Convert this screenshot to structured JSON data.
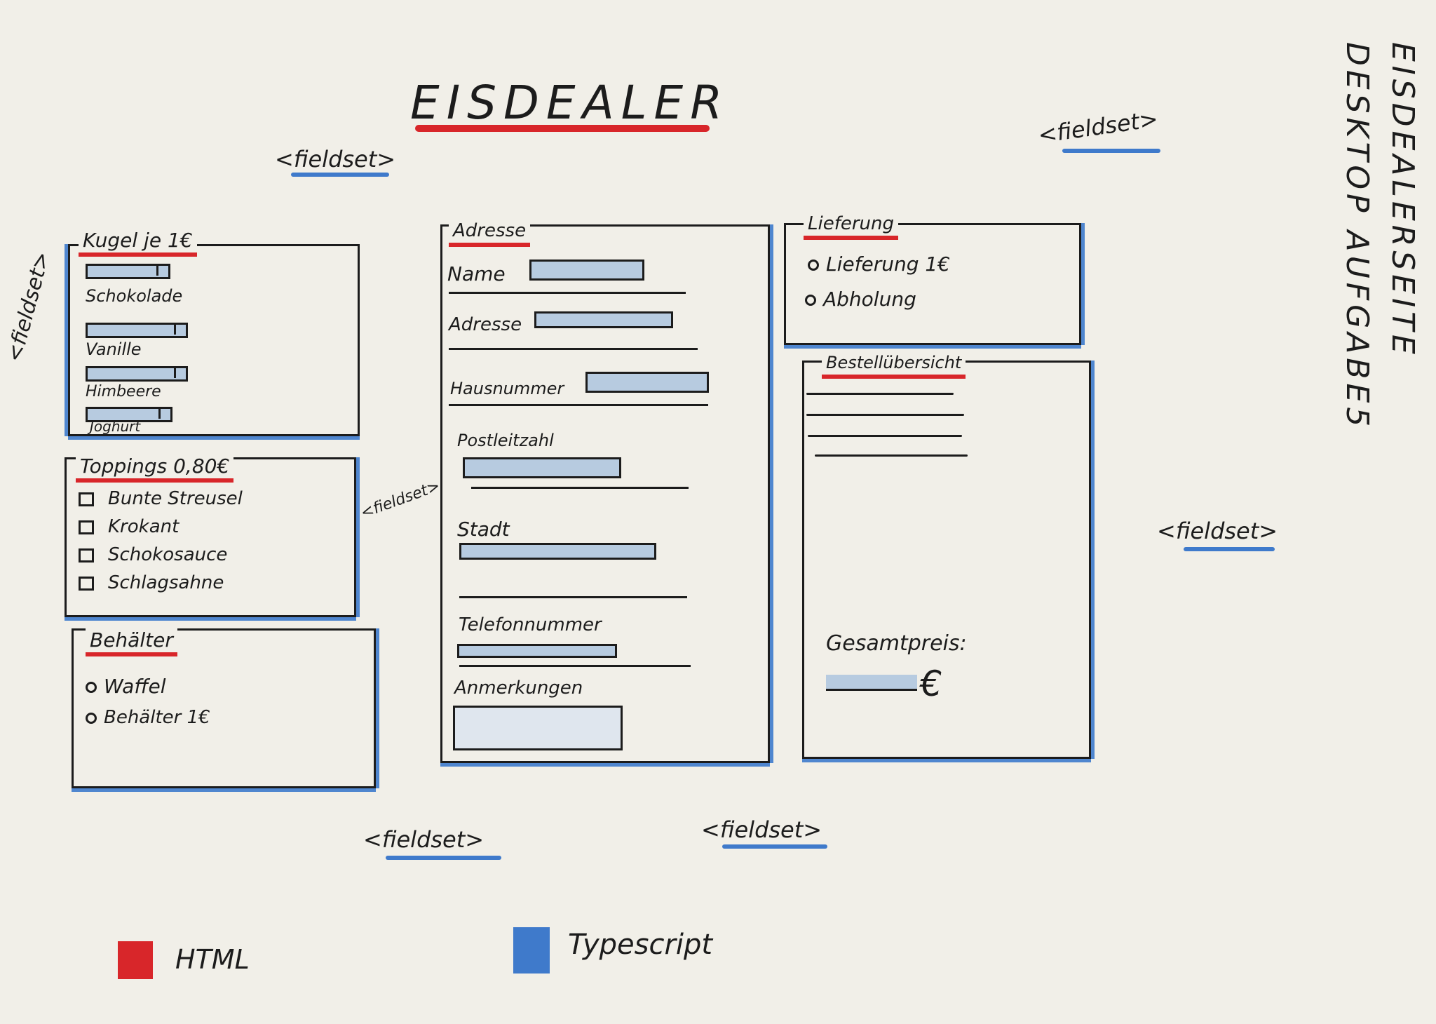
{
  "title": "EISDEALER",
  "side_title": [
    "EISDEALERSEITE",
    "DESKTOP AUFGABE5"
  ],
  "fieldset_label": "<fieldset>",
  "kugel": {
    "legend": "Kugel je 1€",
    "items": [
      "Schokolade",
      "Vanille",
      "Himbeere",
      "Joghurt"
    ]
  },
  "toppings": {
    "legend": "Toppings 0,80€",
    "items": [
      "Bunte Streusel",
      "Krokant",
      "Schokosauce",
      "Schlagsahne"
    ]
  },
  "behaelter": {
    "legend": "Behälter",
    "options": [
      "Waffel",
      "Behälter 1€"
    ]
  },
  "adresse": {
    "legend": "Adresse",
    "fields": [
      "Name",
      "Adresse",
      "Hausnummer",
      "Postleitzahl",
      "Stadt",
      "Telefonnummer",
      "Anmerkungen"
    ]
  },
  "lieferung": {
    "legend": "Lieferung",
    "options": [
      "Lieferung 1€",
      "Abholung"
    ]
  },
  "bestellung": {
    "legend": "Bestellübersicht",
    "total_label": "Gesamtpreis:",
    "total_value": "€"
  },
  "legend_keys": [
    {
      "label": "HTML",
      "color": "#d8262a"
    },
    {
      "label": "Typescript",
      "color": "#3f7acb"
    }
  ]
}
